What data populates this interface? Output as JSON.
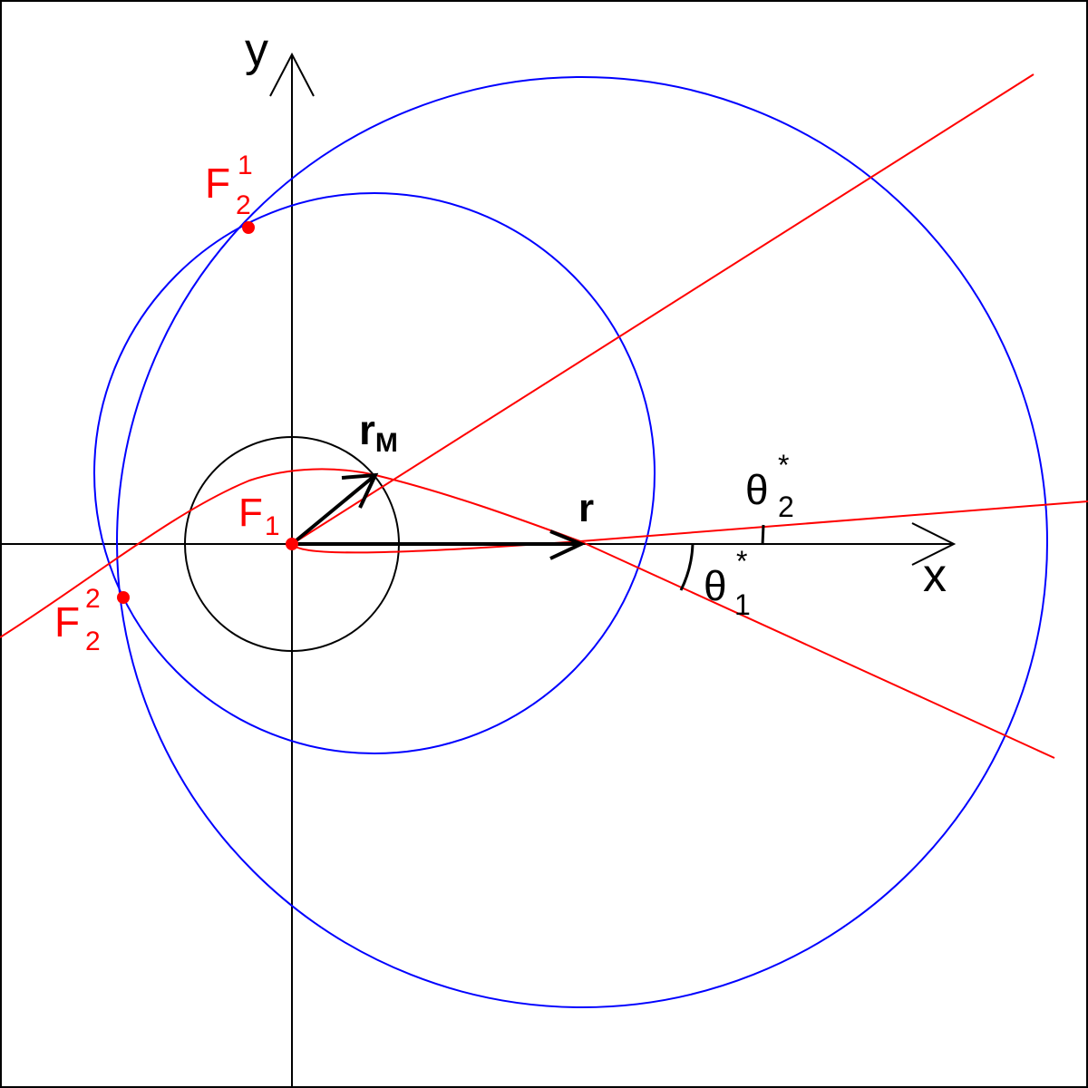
{
  "axes": {
    "x_label": "x",
    "y_label": "y"
  },
  "vectors": {
    "r_label": "r",
    "rM_label": "r",
    "rM_sub": "M"
  },
  "foci": {
    "F1": {
      "main": "F",
      "sub": "1"
    },
    "F2_1": {
      "main": "F",
      "sub": "2",
      "sup": "1"
    },
    "F2_2": {
      "main": "F",
      "sub": "2",
      "sup": "2"
    }
  },
  "angles": {
    "theta1": {
      "main": "θ",
      "sub": "1",
      "sup": "*"
    },
    "theta2": {
      "main": "θ",
      "sub": "2",
      "sup": "*"
    }
  },
  "colors": {
    "axes": "#000000",
    "circles": "#0000ff",
    "trajectory": "#ff0000",
    "foci": "#ff0000",
    "vectors": "#000000"
  }
}
